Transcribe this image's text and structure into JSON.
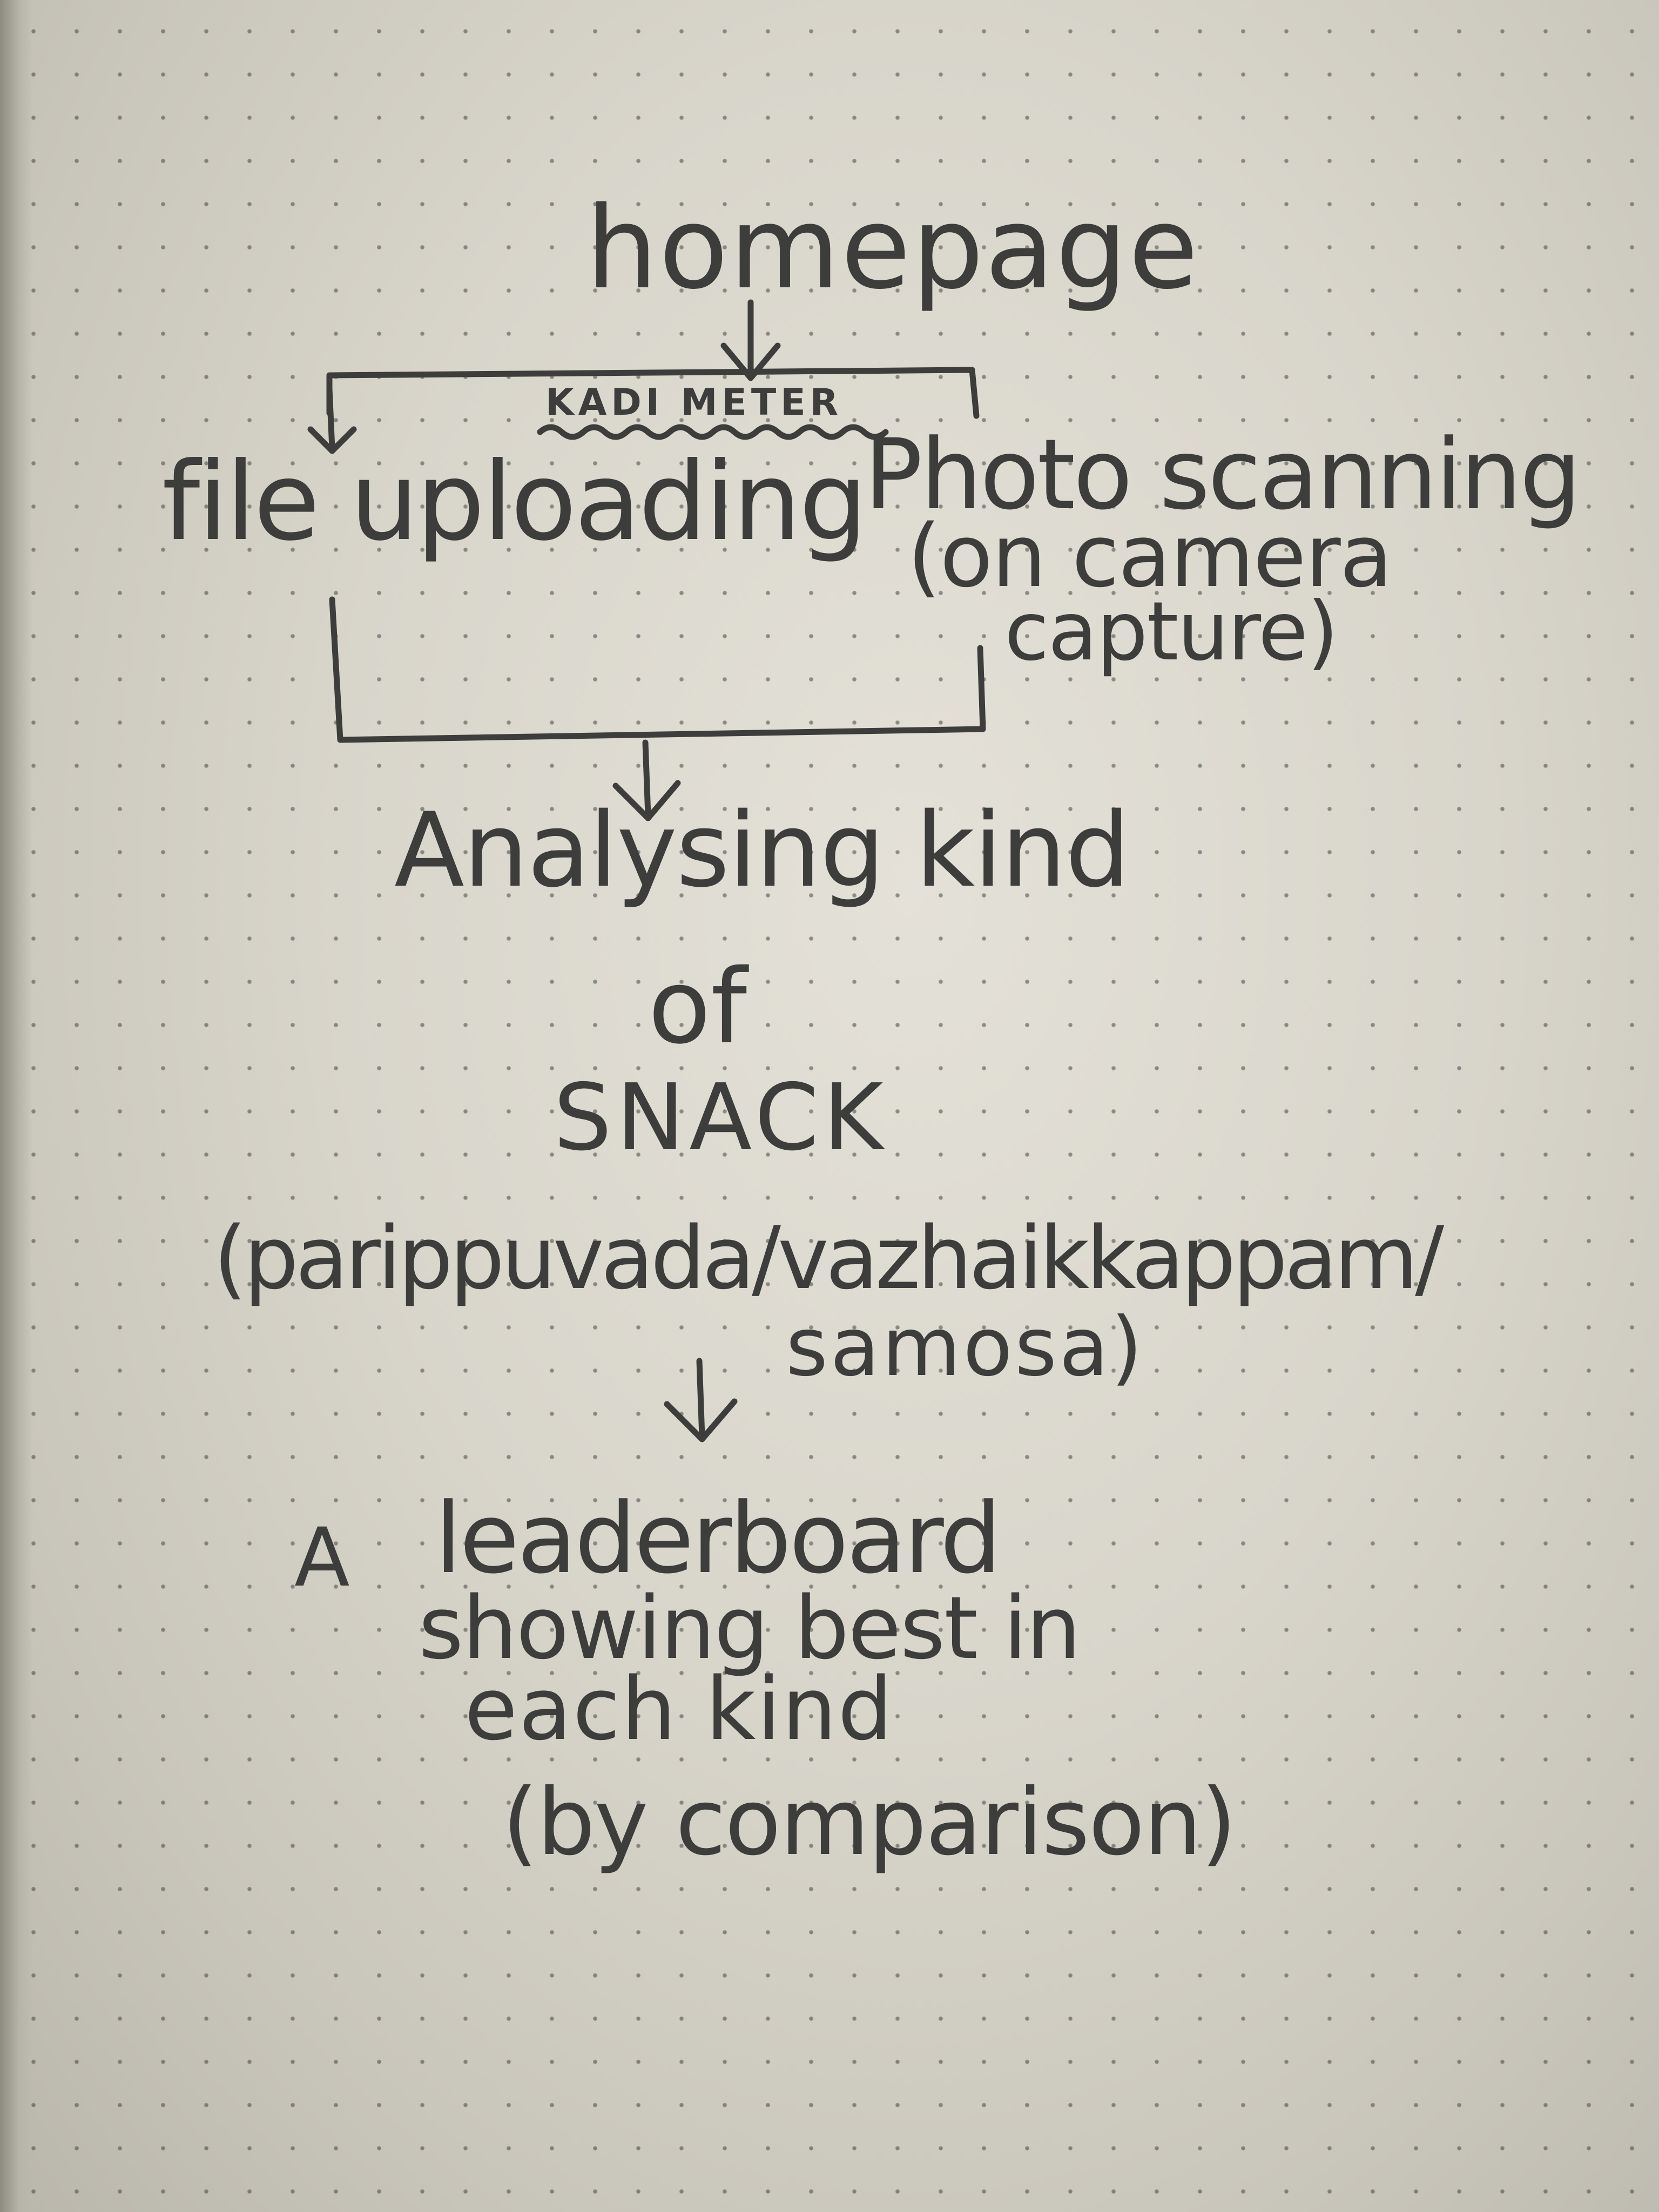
{
  "diagram": {
    "homepage": "homepage",
    "kadi_meter": "KADI METER",
    "file_uploading": "file uploading",
    "photo_scanning": "Photo scanning",
    "on_camera": "(on camera",
    "capture": "capture)",
    "analysing_kind": "Analysing kind",
    "of": "of",
    "snack": "SNACK",
    "snack_options": "(parippuvada/vazhaikkappam/",
    "samosa": "samosa)",
    "leaderboard_a": "A",
    "leaderboard": "leaderboard",
    "showing_best_in": "showing best in",
    "each_kind": "each kind",
    "by_comparison": "(by comparison)"
  },
  "colors": {
    "paper": "#dcd9cf",
    "ink": "#3d3d3b",
    "dot": "#464641"
  }
}
